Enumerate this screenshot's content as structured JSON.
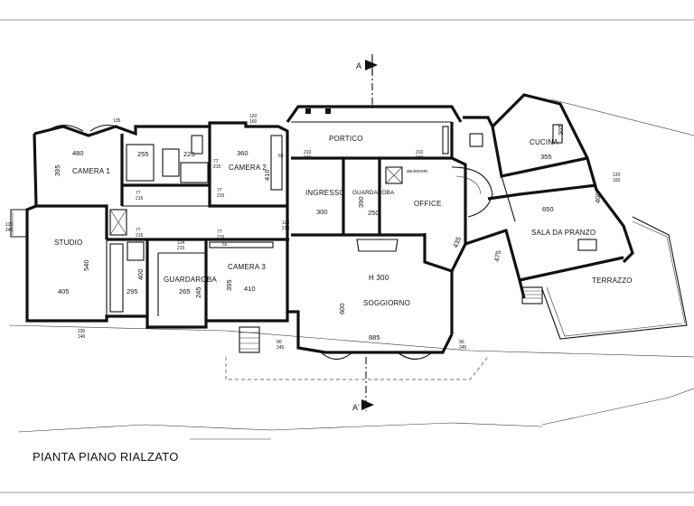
{
  "title": "PIANTA PIANO RIALZATO",
  "section_marks": {
    "top": "A",
    "bottom": "A'"
  },
  "rooms": {
    "camera1": {
      "name": "CAMERA 1",
      "w": "480",
      "h": "395"
    },
    "camera2": {
      "name": "CAMERA 2",
      "w": "360",
      "h": "410"
    },
    "camera3": {
      "name": "CAMERA 3",
      "w": "410",
      "h": "395"
    },
    "studio": {
      "name": "STUDIO",
      "w": "405",
      "h": "540"
    },
    "guardaroba1": {
      "name": "GUARDAROBA",
      "w": "265",
      "h": "245"
    },
    "guardaroba2": {
      "name": "GUARDAROBA",
      "w": "250",
      "h": "390"
    },
    "ingresso": {
      "name": "INGRESSO",
      "w": "300"
    },
    "portico": {
      "name": "PORTICO"
    },
    "office": {
      "name": "OFFICE",
      "side": "ascensore"
    },
    "soggiorno": {
      "name": "SOGGIORNO",
      "height": "H 300",
      "w": "885",
      "h": "600"
    },
    "cucina": {
      "name": "CUCINA",
      "w": "355",
      "h": "305"
    },
    "sala_pranzo": {
      "name": "SALA DA PRANZO",
      "w": "650",
      "h": "400"
    },
    "terrazzo": {
      "name": "TERRAZZO"
    },
    "bagno1": {
      "w": "255"
    },
    "bagno2": {
      "w": "225"
    },
    "bagno3": {
      "w": "295",
      "h": "400"
    }
  },
  "dims": {
    "d77_215": "77\n215",
    "d124_215": "124\n215",
    "d210_245": "210\n245",
    "d120_245": "120\n245",
    "d90_245": "90\n245",
    "d120_160": "120\n160",
    "d230_140": "230\n140",
    "d435": "435",
    "d475": "475",
    "d135": "135",
    "d55": "55",
    "d65": "65"
  }
}
